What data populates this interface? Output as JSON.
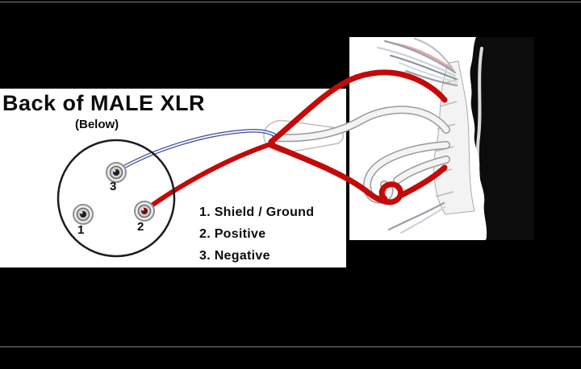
{
  "xlr_panel": {
    "title": "Back of MALE XLR",
    "subtitle": "(Below)",
    "pins": [
      {
        "number": "1"
      },
      {
        "number": "2"
      },
      {
        "number": "3"
      }
    ],
    "legend": [
      "1. Shield / Ground",
      "2. Positive",
      "3. Negative"
    ]
  },
  "colors": {
    "background": "#000000",
    "panel": "#ffffff",
    "wire_red": "#c40909",
    "wire_blue": "#3a4a9f",
    "wire_white": "#f4f4f4",
    "wire_outline": "#9a9a9a",
    "strand_gray": "#9aa0a8",
    "strand_pink": "#e3a7a7",
    "cable_jacket": "#0c0c0c",
    "text": "#0b0b0b"
  }
}
